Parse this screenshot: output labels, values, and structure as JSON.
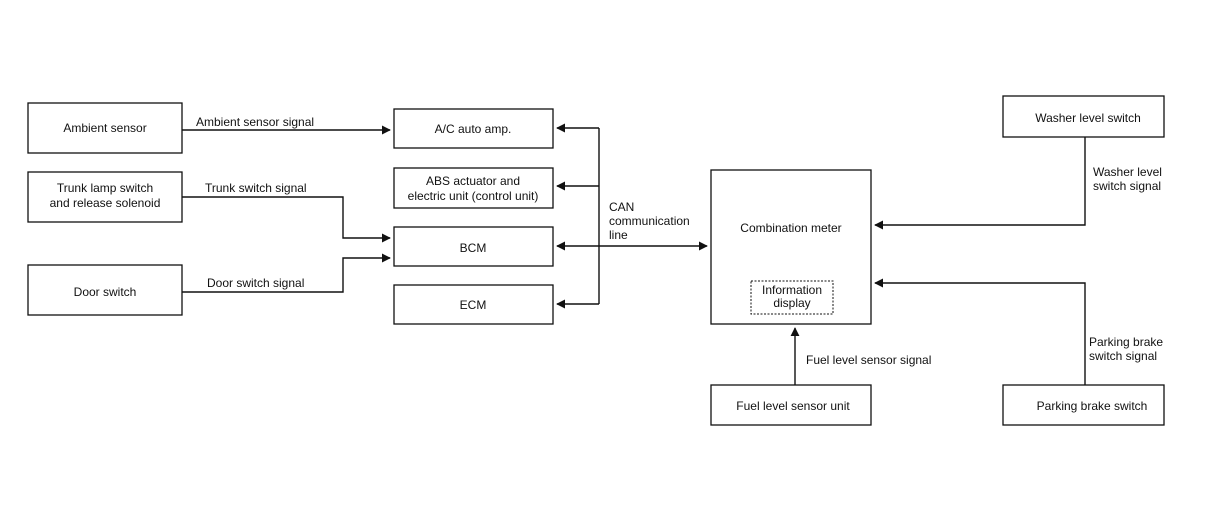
{
  "boxes": {
    "ambient_sensor": "Ambient sensor",
    "trunk_lamp_switch_line1": "Trunk lamp switch",
    "trunk_lamp_switch_line2": "and release solenoid",
    "door_switch": "Door switch",
    "ac_auto_amp": "A/C auto amp.",
    "abs_actuator_line1": "ABS actuator and",
    "abs_actuator_line2": "electric unit (control unit)",
    "bcm": "BCM",
    "ecm": "ECM",
    "combination_meter": "Combination meter",
    "information_display_line1": "Information",
    "information_display_line2": "display",
    "washer_level_switch": "Washer level switch",
    "fuel_level_sensor_unit": "Fuel level sensor unit",
    "parking_brake_switch": "Parking brake switch"
  },
  "signals": {
    "ambient_sensor_signal": "Ambient sensor signal",
    "trunk_switch_signal": "Trunk switch signal",
    "door_switch_signal": "Door switch signal",
    "can_line1": "CAN",
    "can_line2": "communication",
    "can_line3": "line",
    "washer_level_signal_line1": "Washer level",
    "washer_level_signal_line2": "switch signal",
    "fuel_level_sensor_signal": "Fuel level sensor signal",
    "parking_brake_signal_line1": "Parking brake",
    "parking_brake_signal_line2": "switch signal"
  }
}
